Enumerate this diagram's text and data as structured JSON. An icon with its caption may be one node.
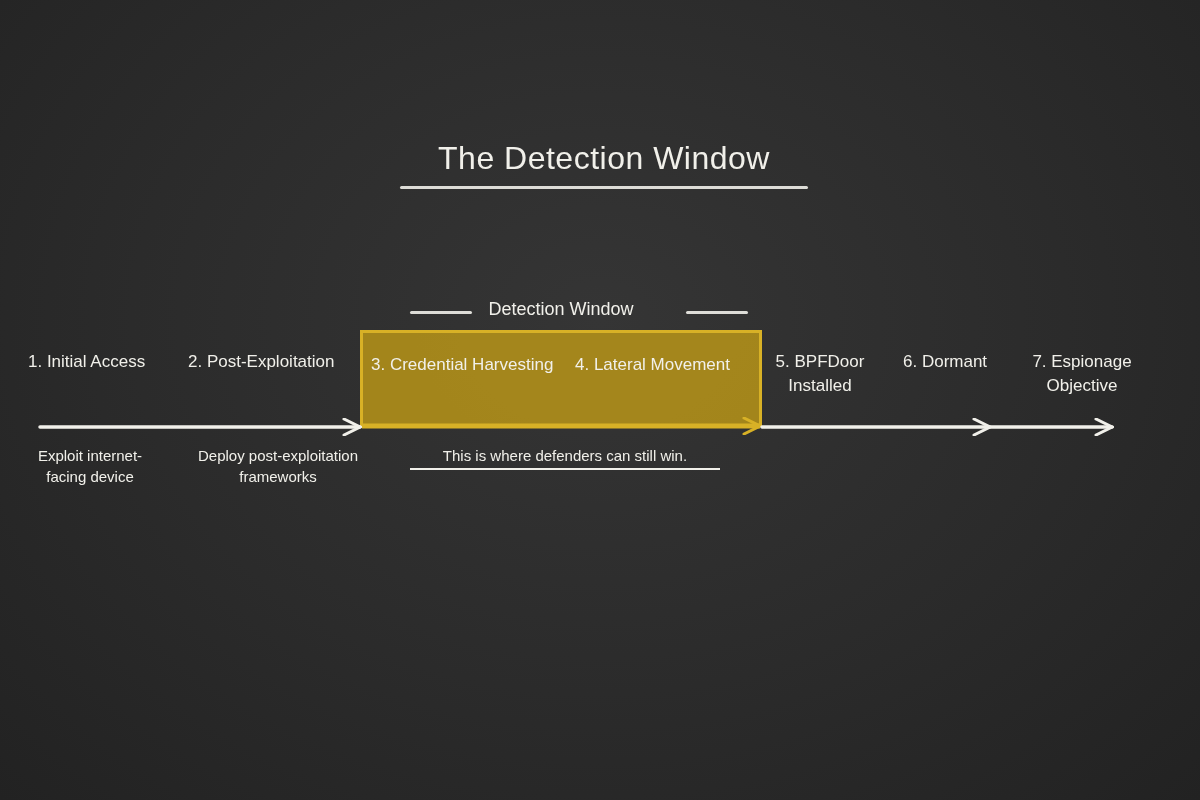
{
  "diagram": {
    "title": "The Detection Window",
    "nodes": [
      {
        "text": [
          "1. Initial Access"
        ]
      },
      {
        "text": [
          "2. Post-Exploitation"
        ]
      },
      {
        "text": [
          "Detection Window"
        ],
        "beside": [
          "This is where defenders can still win."
        ]
      },
      {
        "text": [
          "3. Credential Harvesting"
        ],
        "in": 2
      },
      {
        "text": [
          "4. Lateral Movement"
        ],
        "in": 2
      },
      {
        "text": [
          "5. BPFDoor Installed"
        ]
      },
      {
        "text": [
          "6. Dormant"
        ]
      },
      {
        "text": [
          "7. Espionage Objective"
        ]
      }
    ],
    "edges": [
      {
        "from": 0,
        "to": 2,
        "arrow": "to"
      },
      {
        "from": 2,
        "to": 7,
        "arrow": "to"
      }
    ],
    "labels": [
      "Exploit internet-facing device",
      "Deploy post-exploitation frameworks"
    ]
  }
}
